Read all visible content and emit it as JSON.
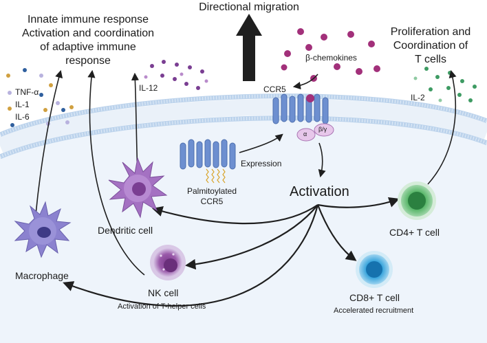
{
  "labels": {
    "directional_migration": "Directional migration",
    "innate_title": [
      "Innate immune response",
      "Activation and coordination",
      "of adaptive immune",
      "response"
    ],
    "proliferation_title": [
      "Proliferation and",
      "Coordination of",
      "T cells"
    ],
    "beta_chemokines": "β-chemokines",
    "ccr5": "CCR5",
    "il12": "IL-12",
    "il2": "IL-2",
    "cytokines_left": [
      "TNF-α",
      "IL-1",
      "IL-6"
    ],
    "g_alpha": "α",
    "g_betagamma": "β/γ",
    "expression": "Expression",
    "palmitoylated": [
      "Palmitoylated",
      "CCR5"
    ],
    "activation": "Activation",
    "dendritic_cell": "Dendritic cell",
    "macrophage": "Macrophage",
    "nk_cell": "NK cell",
    "nk_sub": "Activation of T-helper cells",
    "cd4": "CD4+ T cell",
    "cd8": "CD8+ T cell",
    "cd8_sub": "Accelerated recruitment"
  },
  "colors": {
    "chemokine": "#a2307a",
    "receptor": "#6d8fd0",
    "membrane": "#bcd3ec",
    "cell_interior": "#eef4fb",
    "dendritic": "#a471c2",
    "macrophage": "#8b82cf",
    "nk": "#9d5aa9",
    "cd4": "#4caa5e",
    "cd8": "#2f97d1",
    "il2_dots": "#3e9b63",
    "il12_dots": "#7a3e92",
    "arrow": "#1f1f1f"
  }
}
